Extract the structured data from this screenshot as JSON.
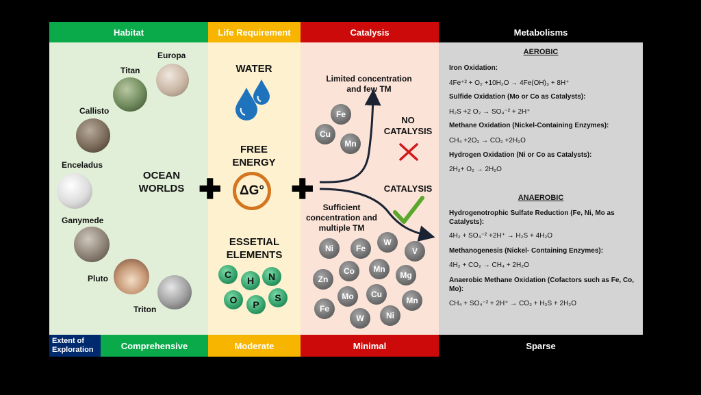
{
  "headers": {
    "habitat": "Habitat",
    "life_requirement": "Life Requirement",
    "catalysis": "Catalysis",
    "metabolisms": "Metabolisms"
  },
  "footer": {
    "extent_label": "Extent of Exploration",
    "habitat": "Comprehensive",
    "life_requirement": "Moderate",
    "catalysis": "Minimal",
    "metabolisms": "Sparse"
  },
  "habitat": {
    "worlds": [
      "Europa",
      "Titan",
      "Callisto",
      "Enceladus",
      "Ganymede",
      "Pluto",
      "Triton"
    ],
    "center_label": "OCEAN WORLDS"
  },
  "life_requirement": {
    "water": "WATER",
    "free_energy": "FREE ENERGY",
    "delta_g": "ΔG°",
    "elements_label": "ESSETIAL ELEMENTS",
    "elements": [
      "C",
      "H",
      "N",
      "O",
      "P",
      "S"
    ]
  },
  "catalysis": {
    "limited_label": "Limited concentration and few TM",
    "no_catalysis": "NO CATALYSIS",
    "catalysis": "CATALYSIS",
    "sufficient_label": "Sufficient concentration and multiple TM",
    "limited_metals": [
      "Fe",
      "Cu",
      "Mn"
    ],
    "sufficient_metals": [
      "Ni",
      "Fe",
      "W",
      "V",
      "Co",
      "Mn",
      "Zn",
      "Mg",
      "Mo",
      "Cu",
      "Mn",
      "Fe",
      "W",
      "Ni"
    ]
  },
  "metabolisms": {
    "aerobic_title": "AEROBIC",
    "anaerobic_title": "ANAEROBIC",
    "aerobic": [
      {
        "name": "Iron Oxidation:",
        "eq": "4Fe⁺² + O₂ +10H₂O → 4Fe(OH)₃ + 8H⁺"
      },
      {
        "name": "Sulfide Oxidation (Mo or Co as Catalysts):",
        "eq": "H₂S +2 O₂ → SO₄⁻² + 2H⁺"
      },
      {
        "name": "Methane Oxidation (Nickel-Containing Enzymes):",
        "eq": "CH₄ +2O₂ → CO₂ +2H₂O"
      },
      {
        "name": "Hydrogen Oxidation (Ni or Co as Catalysts):",
        "eq": "2H₂+ O₂ → 2H₂O"
      }
    ],
    "anaerobic": [
      {
        "name": "Hydrogenotrophic Sulfate Reduction (Fe, Ni, Mo as Catalysts):",
        "eq": "4H₂ + SO₄⁻² +2H⁺ → H₂S + 4H₂O"
      },
      {
        "name": "Methanogenesis (Nickel- Containing Enzymes):",
        "eq": "4H₂ + CO₂ → CH₄ + 2H₂O"
      },
      {
        "name": "Anaerobic Methane Oxidation (Cofactors such as Fe, Co, Mo):",
        "eq": "CH₄ + SO₄⁻² + 2H⁺ → CO₂ + H₂S + 2H₂O"
      }
    ]
  },
  "colors": {
    "habitat": "#0aa94a",
    "life_requirement": "#f7b500",
    "catalysis": "#cc0a0a",
    "metabolisms": "#000000",
    "extent": "#002a6e"
  }
}
